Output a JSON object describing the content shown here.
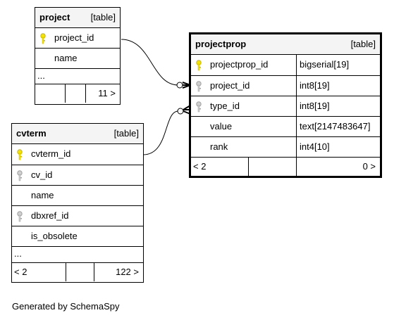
{
  "project": {
    "name": "project",
    "type_label": "[table]",
    "columns": [
      {
        "name": "project_id"
      },
      {
        "name": "name"
      }
    ],
    "more": "...",
    "footer_right": "11 >"
  },
  "cvterm": {
    "name": "cvterm",
    "type_label": "[table]",
    "columns": [
      {
        "name": "cvterm_id"
      },
      {
        "name": "cv_id"
      },
      {
        "name": "name"
      },
      {
        "name": "dbxref_id"
      },
      {
        "name": "is_obsolete"
      }
    ],
    "more": "...",
    "footer_left": "< 2",
    "footer_right": "122 >"
  },
  "projectprop": {
    "name": "projectprop",
    "type_label": "[table]",
    "columns": [
      {
        "name": "projectprop_id",
        "type": "bigserial[19]"
      },
      {
        "name": "project_id",
        "type": "int8[19]"
      },
      {
        "name": "type_id",
        "type": "int8[19]"
      },
      {
        "name": "value",
        "type": "text[2147483647]"
      },
      {
        "name": "rank",
        "type": "int4[10]"
      }
    ],
    "footer_left": "< 2",
    "footer_right": "0 >"
  },
  "colors": {
    "primary_key": "#f5e400",
    "foreign_key": "#b4b4b4",
    "header_bg": "#f4f4f4"
  },
  "icons": {
    "primary_key": "key-icon",
    "foreign_key": "key-icon"
  },
  "footer_text": "Generated by SchemaSpy"
}
